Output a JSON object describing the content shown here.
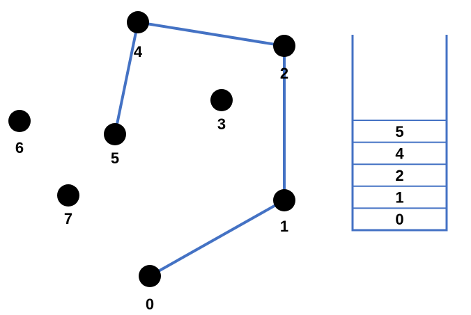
{
  "colors": {
    "edge": "#4472C4",
    "node": "#000000",
    "stack_border": "#4472C4",
    "background": "#ffffff"
  },
  "nodes": [
    {
      "id": "0",
      "label": "0"
    },
    {
      "id": "1",
      "label": "1"
    },
    {
      "id": "2",
      "label": "2"
    },
    {
      "id": "3",
      "label": "3"
    },
    {
      "id": "4",
      "label": "4"
    },
    {
      "id": "5",
      "label": "5"
    },
    {
      "id": "6",
      "label": "6"
    },
    {
      "id": "7",
      "label": "7"
    }
  ],
  "edges": [
    {
      "from": "0",
      "to": "1"
    },
    {
      "from": "1",
      "to": "2"
    },
    {
      "from": "2",
      "to": "4"
    },
    {
      "from": "4",
      "to": "5"
    }
  ],
  "stack": {
    "items_top_to_bottom": [
      "5",
      "4",
      "2",
      "1",
      "0"
    ]
  }
}
